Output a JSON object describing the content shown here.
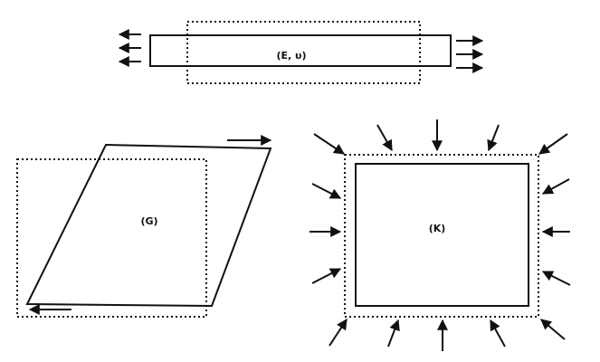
{
  "figure": {
    "labels": {
      "tension": "(E, υ)",
      "shear": "(G)",
      "bulk": "(K)"
    },
    "colors": {
      "ink": "#111111",
      "background": "#ffffff"
    }
  }
}
